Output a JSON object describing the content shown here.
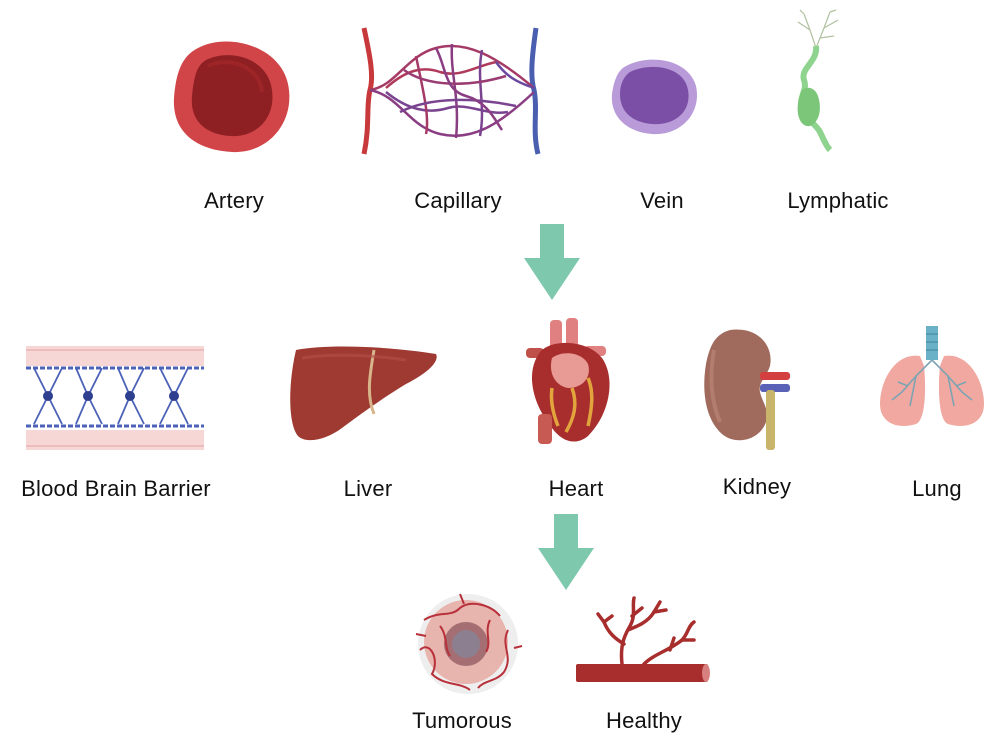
{
  "vessels": {
    "artery": "Artery",
    "capillary": "Capillary",
    "vein": "Vein",
    "lymphatic": "Lymphatic"
  },
  "organs": {
    "bbb": "Blood Brain Barrier",
    "liver": "Liver",
    "heart": "Heart",
    "kidney": "Kidney",
    "lung": "Lung"
  },
  "states": {
    "tumorous": "Tumorous",
    "healthy": "Healthy"
  },
  "icons": [
    "artery-icon",
    "capillary-network-icon",
    "vein-icon",
    "lymphatic-vessel-icon",
    "down-arrow-icon",
    "blood-brain-barrier-icon",
    "liver-icon",
    "heart-icon",
    "kidney-icon",
    "lung-icon",
    "tumor-vasculature-icon",
    "healthy-vessel-icon"
  ],
  "colors": {
    "arrow": "#7ec8ae",
    "artery": "#c8393c",
    "vein": "#9a6cc0",
    "lymph": "#8fd48e"
  }
}
